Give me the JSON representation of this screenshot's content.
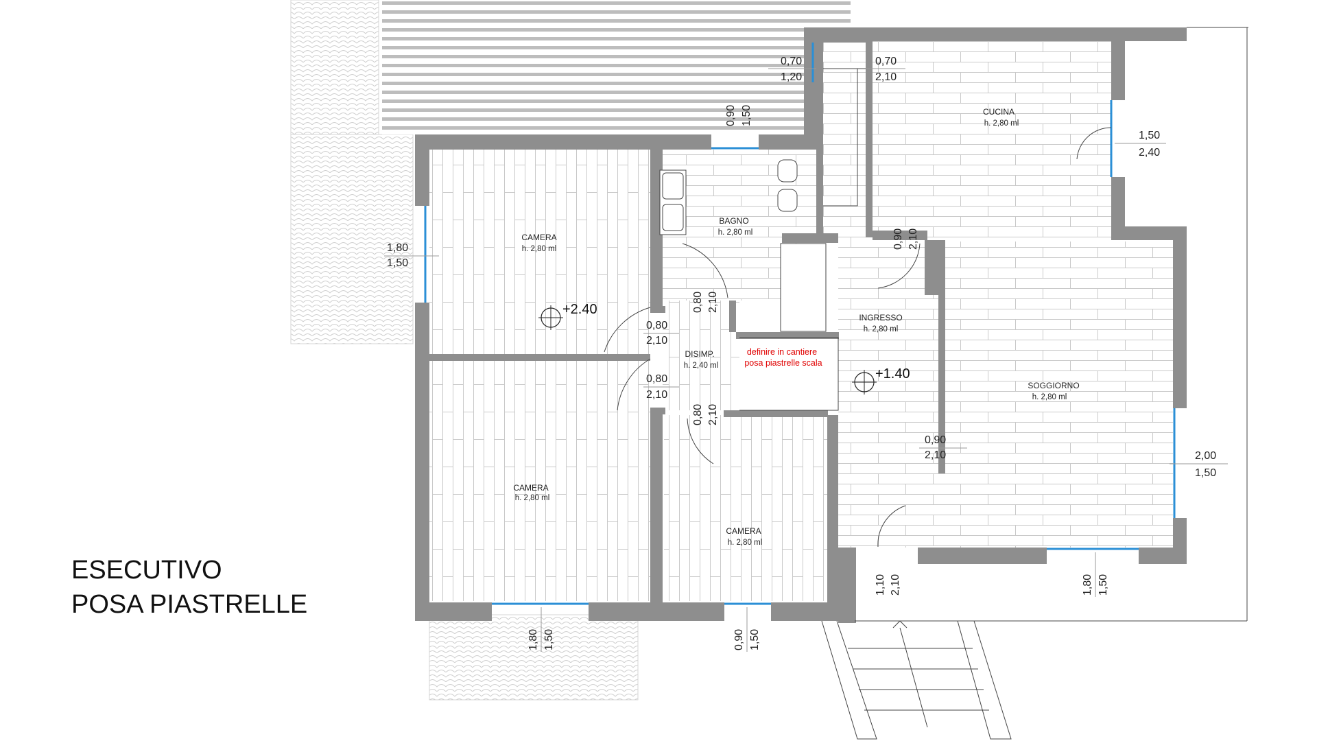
{
  "title": {
    "line1": "ESECUTIVO",
    "line2": "POSA PIASTRELLE"
  },
  "rooms": [
    {
      "name": "CAMERA",
      "height": "h. 2,80 ml"
    },
    {
      "name": "BAGNO",
      "height": "h. 2,80 ml"
    },
    {
      "name": "CUCINA",
      "height": "h. 2,80 ml"
    },
    {
      "name": "INGRESSO",
      "height": "h. 2,80 ml"
    },
    {
      "name": "DISIMP.",
      "height": "h. 2,40 ml"
    },
    {
      "name": "SOGGIORNO",
      "height": "h. 2,80 ml"
    },
    {
      "name": "CAMERA",
      "height": "h. 2,80 ml"
    },
    {
      "name": "CAMERA",
      "height": "h. 2,80 ml"
    }
  ],
  "dimensions": [
    {
      "top": "0,70",
      "bottom": "1,20"
    },
    {
      "top": "0,70",
      "bottom": "2,10"
    },
    {
      "top": "0,90",
      "bottom": "1,50"
    },
    {
      "top": "1,50",
      "bottom": "2,40"
    },
    {
      "top": "1,80",
      "bottom": "1,50"
    },
    {
      "top": "0,90",
      "bottom": "2,10"
    },
    {
      "top": "0,80",
      "bottom": "2,10"
    },
    {
      "top": "0,80",
      "bottom": "2,10"
    },
    {
      "top": "0,80",
      "bottom": "2,10"
    },
    {
      "top": "0,80",
      "bottom": "2,10"
    },
    {
      "top": "0,90",
      "bottom": "2,10"
    },
    {
      "top": "2,00",
      "bottom": "1,50"
    },
    {
      "top": "1,10",
      "bottom": "2,10"
    },
    {
      "top": "1,80",
      "bottom": "1,50"
    },
    {
      "top": "1,80",
      "bottom": "1,50"
    },
    {
      "top": "0,90",
      "bottom": "1,50"
    }
  ],
  "levels": [
    {
      "label": "+2.40"
    },
    {
      "label": "+1.40"
    }
  ],
  "note": {
    "line1": "definire in cantiere",
    "line2": "posa piastrelle scala"
  },
  "colors": {
    "wall": "#8e8e8e",
    "window": "#2b8fd6",
    "note": "#e00000",
    "tile": "#c4c4c4",
    "line": "#444444"
  }
}
